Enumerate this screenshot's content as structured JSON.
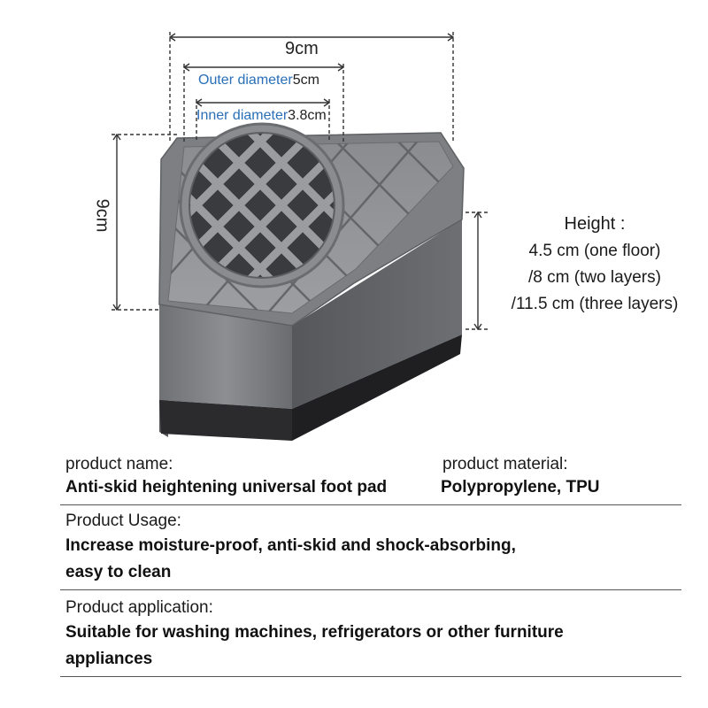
{
  "dimensions": {
    "width": "9cm",
    "depth": "9cm",
    "outer_label": "Outer diameter",
    "outer_value": "5cm",
    "inner_label": "Inner diameter",
    "inner_value": "3.8cm"
  },
  "height": {
    "title": "Height :",
    "lines": [
      "4.5 cm (one floor)",
      "/8 cm (two layers)",
      "/11.5 cm (three layers)"
    ]
  },
  "info": {
    "name_label": "product name:",
    "name_value": "Anti-skid heightening universal foot pad",
    "material_label": "product material:",
    "material_value": "Polypropylene, TPU",
    "usage_label": "Product Usage:",
    "usage_value_1": "Increase moisture-proof, anti-skid and shock-absorbing,",
    "usage_value_2": "easy to clean",
    "application_label": "Product application:",
    "application_value_1": "Suitable for washing machines, refrigerators or other furniture",
    "application_value_2": "appliances"
  },
  "colors": {
    "accent": "#2a6fb7",
    "pad_top": "#8e9094",
    "pad_base": "#2b2b2d"
  }
}
